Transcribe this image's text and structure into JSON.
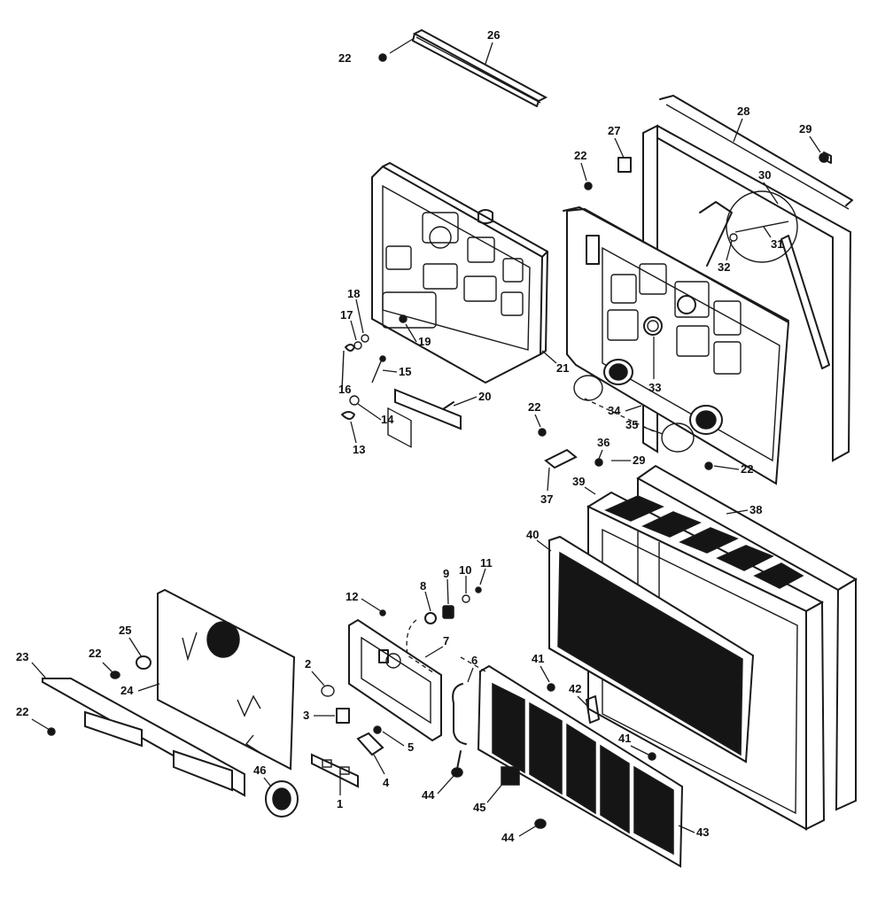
{
  "diagram": {
    "part_numbers": [
      "1",
      "2",
      "3",
      "4",
      "5",
      "6",
      "7",
      "8",
      "9",
      "10",
      "11",
      "12",
      "13",
      "14",
      "15",
      "16",
      "17",
      "18",
      "19",
      "20",
      "21",
      "22",
      "23",
      "24",
      "25",
      "26",
      "27",
      "28",
      "29",
      "30",
      "31",
      "32",
      "33",
      "34",
      "35",
      "36",
      "37",
      "38",
      "39",
      "40",
      "41",
      "42",
      "43",
      "44",
      "45",
      "46"
    ]
  }
}
